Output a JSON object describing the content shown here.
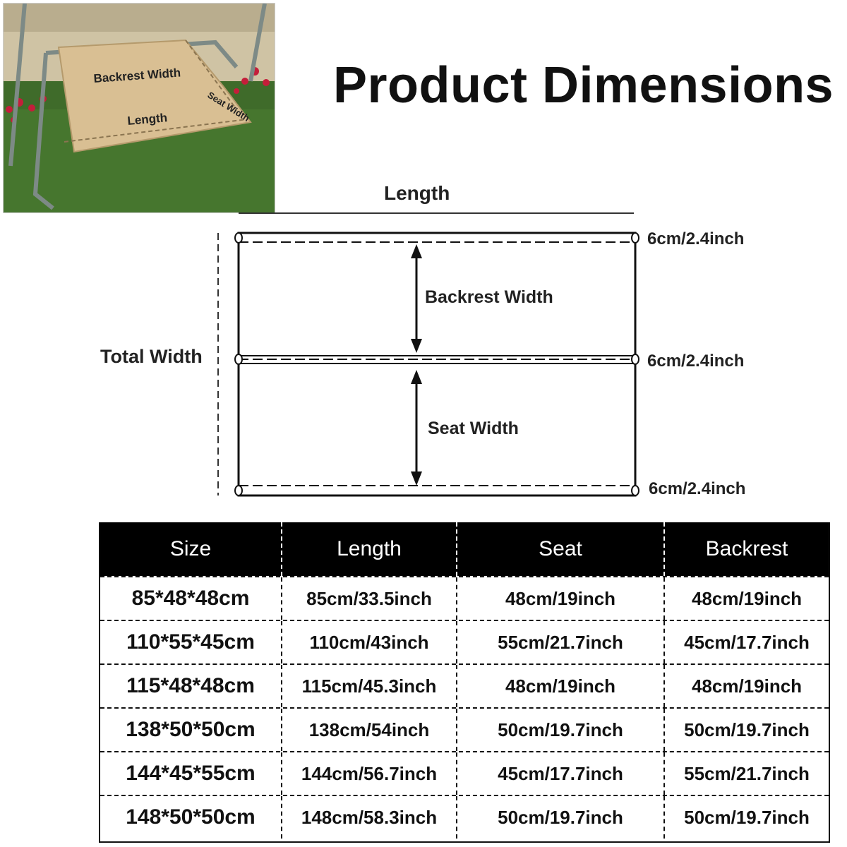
{
  "title": "Product Dimensions",
  "photo": {
    "backrest_label": "Backrest Width",
    "length_label": "Length",
    "seat_label": "Seat Width"
  },
  "diagram": {
    "length_label": "Length",
    "total_width_label": "Total Width",
    "backrest_label": "Backrest Width",
    "seat_label": "Seat Width",
    "tube_measure_top": "6cm/2.4inch",
    "tube_measure_middle": "6cm/2.4inch",
    "tube_measure_bottom": "6cm/2.4inch"
  },
  "table": {
    "headers": [
      "Size",
      "Length",
      "Seat",
      "Backrest"
    ],
    "rows": [
      [
        "85*48*48cm",
        "85cm/33.5inch",
        "48cm/19inch",
        "48cm/19inch"
      ],
      [
        "110*55*45cm",
        "110cm/43inch",
        "55cm/21.7inch",
        "45cm/17.7inch"
      ],
      [
        "115*48*48cm",
        "115cm/45.3inch",
        "48cm/19inch",
        "48cm/19inch"
      ],
      [
        "138*50*50cm",
        "138cm/54inch",
        "50cm/19.7inch",
        "50cm/19.7inch"
      ],
      [
        "144*45*55cm",
        "144cm/56.7inch",
        "45cm/17.7inch",
        "55cm/21.7inch"
      ],
      [
        "148*50*50cm",
        "148cm/58.3inch",
        "50cm/19.7inch",
        "50cm/19.7inch"
      ]
    ]
  },
  "colors": {
    "header_bg": "#000000",
    "header_text": "#ffffff",
    "canopy": "#d9bf93",
    "grass": "#3f6b2a",
    "frame": "#7d8a86"
  }
}
